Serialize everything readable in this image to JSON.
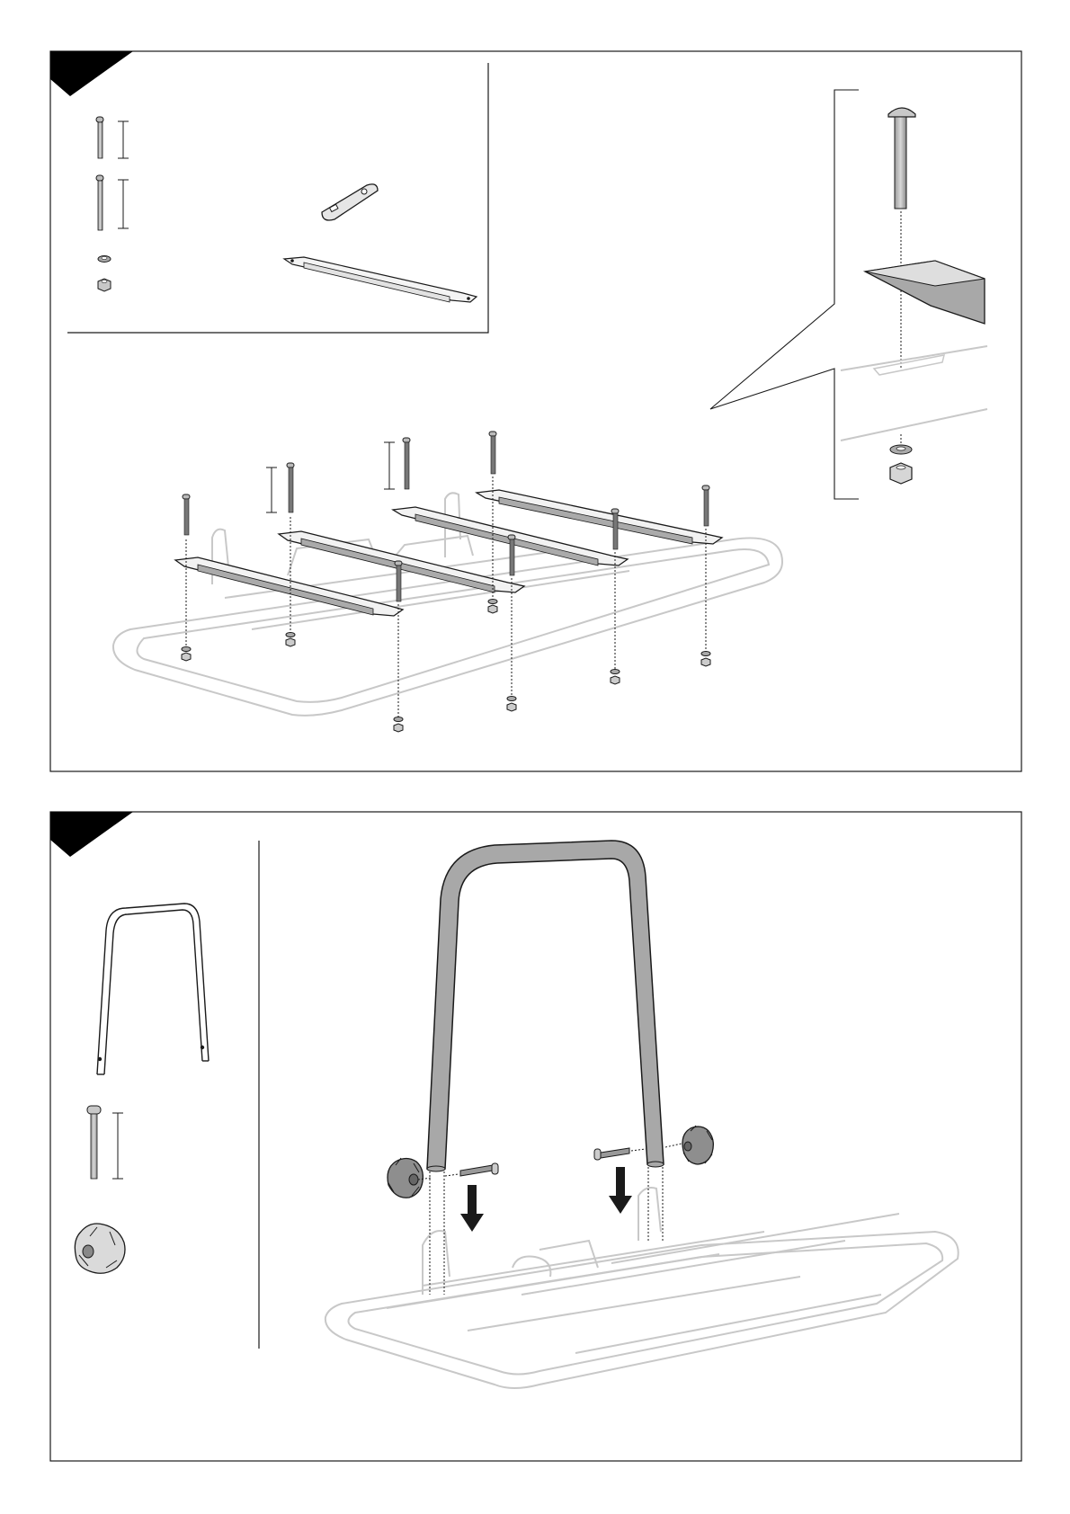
{
  "document": {
    "type": "assembly-instructions",
    "steps": [
      {
        "id": "step-1",
        "step_number": "",
        "parts": [
          {
            "icon": "short-carriage-bolt-icon",
            "quantity": ""
          },
          {
            "icon": "long-carriage-bolt-icon",
            "quantity": ""
          },
          {
            "icon": "washer-icon",
            "quantity": ""
          },
          {
            "icon": "lock-nut-icon",
            "quantity": ""
          },
          {
            "icon": "bracket-plate-icon",
            "quantity": ""
          },
          {
            "icon": "cross-rail-icon",
            "quantity": ""
          }
        ]
      },
      {
        "id": "step-2",
        "step_number": "",
        "parts": [
          {
            "icon": "u-hoop-icon",
            "quantity": ""
          },
          {
            "icon": "carriage-bolt-icon",
            "quantity": ""
          },
          {
            "icon": "star-knob-icon",
            "quantity": ""
          }
        ]
      }
    ],
    "colors": {
      "ink": "#1a1a1a",
      "ghost": "#c8c8c8",
      "part_fill": "#b4b4b4",
      "step_tab": "#000000"
    }
  }
}
